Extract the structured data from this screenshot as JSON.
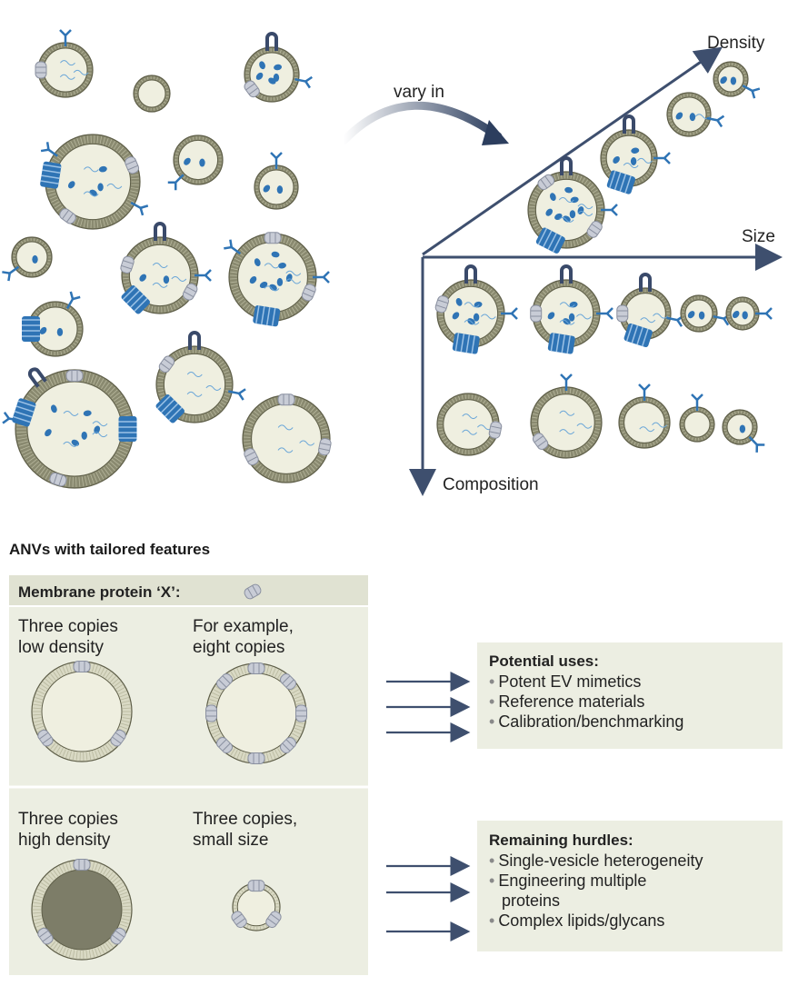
{
  "diagram": {
    "arrow_label": "vary in",
    "axes": {
      "density": "Density",
      "size": "Size",
      "composition": "Composition"
    }
  },
  "panel": {
    "title": "ANVs with tailored features",
    "header": "Membrane protein ‘X’:",
    "cells": [
      {
        "line1": "Three copies",
        "line2": "low density"
      },
      {
        "line1": "For example,",
        "line2": "eight copies"
      },
      {
        "line1": "Three copies",
        "line2": "high density"
      },
      {
        "line1": "Three copies,",
        "line2": "small size"
      }
    ]
  },
  "potential_uses": {
    "heading": "Potential uses:",
    "items": [
      "Potent EV mimetics",
      "Reference materials",
      "Calibration/benchmarking"
    ]
  },
  "remaining_hurdles": {
    "heading": "Remaining hurdles:",
    "items": [
      "Single-vesicle heterogeneity",
      "Engineering multiple",
      "proteins",
      "Complex lipids/glycans"
    ]
  },
  "colors": {
    "membrane": "#8a8a70",
    "membrane_light": "#c9c9b3",
    "lumen": "#efefe0",
    "lumen_dark": "#7d7d68",
    "blue": "#2f74b5",
    "blue_dark": "#1c4f86",
    "navy": "#3a4a6a",
    "protein_gray": "#c8ccd6",
    "box_bg": "#eceee2",
    "arrow": "#3e4f6e"
  },
  "icons": [
    "membrane-protein-icon",
    "transmembrane-protein-icon",
    "receptor-icon",
    "vesicle-icon"
  ]
}
